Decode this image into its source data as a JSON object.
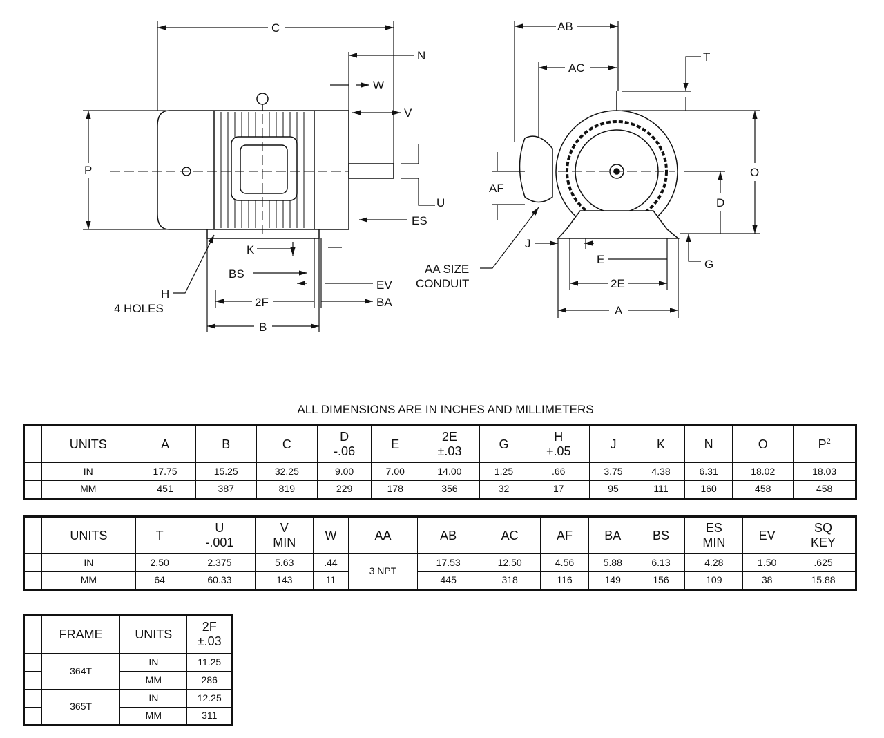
{
  "drawing": {
    "labels": {
      "C": "C",
      "N": "N",
      "W": "W",
      "V": "V",
      "P": "P",
      "U": "U",
      "ES": "ES",
      "K": "K",
      "BS": "BS",
      "EV": "EV",
      "BA": "BA",
      "F2": "2F",
      "H": "H",
      "holes": "4 HOLES",
      "B": "B",
      "AB": "AB",
      "AC": "AC",
      "T": "T",
      "O": "O",
      "AF": "AF",
      "D": "D",
      "AA1": "AA SIZE",
      "AA2": "CONDUIT",
      "J": "J",
      "E": "E",
      "G": "G",
      "E2": "2E",
      "A": "A"
    }
  },
  "title": "ALL DIMENSIONS ARE IN INCHES AND MILLIMETERS",
  "table1": {
    "headers": [
      [
        "UNITS"
      ],
      [
        "A"
      ],
      [
        "B"
      ],
      [
        "C"
      ],
      [
        "D",
        "-.06"
      ],
      [
        "E"
      ],
      [
        "2E",
        "±.03"
      ],
      [
        "G"
      ],
      [
        "H",
        "+.05"
      ],
      [
        "J"
      ],
      [
        "K"
      ],
      [
        "N"
      ],
      [
        "O"
      ],
      [
        "P",
        "",
        "2"
      ]
    ],
    "rows": [
      [
        "IN",
        "17.75",
        "15.25",
        "32.25",
        "9.00",
        "7.00",
        "14.00",
        "1.25",
        ".66",
        "3.75",
        "4.38",
        "6.31",
        "18.02",
        "18.03"
      ],
      [
        "MM",
        "451",
        "387",
        "819",
        "229",
        "178",
        "356",
        "32",
        "17",
        "95",
        "111",
        "160",
        "458",
        "458"
      ]
    ]
  },
  "table2": {
    "headers": [
      [
        "UNITS"
      ],
      [
        "T"
      ],
      [
        "U",
        "-.001"
      ],
      [
        "V",
        "MIN"
      ],
      [
        "W"
      ],
      [
        "AA"
      ],
      [
        "AB"
      ],
      [
        "AC"
      ],
      [
        "AF"
      ],
      [
        "BA"
      ],
      [
        "BS"
      ],
      [
        "ES",
        "MIN"
      ],
      [
        "EV"
      ],
      [
        "SQ",
        "KEY"
      ]
    ],
    "rows": [
      [
        "IN",
        "2.50",
        "2.375",
        "5.63",
        ".44",
        "3 NPT",
        "17.53",
        "12.50",
        "4.56",
        "5.88",
        "6.13",
        "4.28",
        "1.50",
        ".625"
      ],
      [
        "MM",
        "64",
        "60.33",
        "143",
        "11",
        null,
        "445",
        "318",
        "116",
        "149",
        "156",
        "109",
        "38",
        "15.88"
      ]
    ]
  },
  "table3": {
    "headers": [
      [
        "FRAME"
      ],
      [
        "UNITS"
      ],
      [
        "2F",
        "±.03"
      ]
    ],
    "frames": [
      {
        "frame": "364T",
        "rows": [
          [
            "IN",
            "11.25"
          ],
          [
            "MM",
            "286"
          ]
        ]
      },
      {
        "frame": "365T",
        "rows": [
          [
            "IN",
            "12.25"
          ],
          [
            "MM",
            "311"
          ]
        ]
      }
    ]
  }
}
